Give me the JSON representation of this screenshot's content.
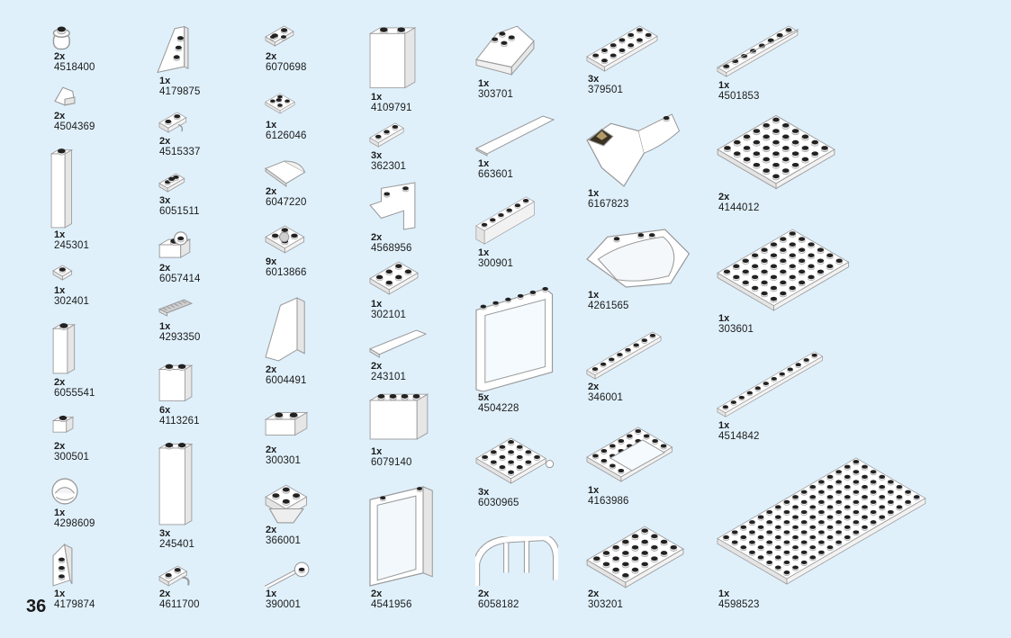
{
  "page": {
    "number": "36"
  },
  "colors": {
    "background": "#dff0fb",
    "brick": "#ffffff",
    "outline": "#9a9a9a",
    "stud_top": "#222222"
  },
  "parts": [
    {
      "qty": "2x",
      "id": "4518400",
      "icon": "round-brick-1x1"
    },
    {
      "qty": "2x",
      "id": "4504369",
      "icon": "slope-1x1"
    },
    {
      "qty": "1x",
      "id": "245301",
      "icon": "brick-1x1x6"
    },
    {
      "qty": "1x",
      "id": "302401",
      "icon": "plate-1x1"
    },
    {
      "qty": "2x",
      "id": "6055541",
      "icon": "brick-1x1x3"
    },
    {
      "qty": "2x",
      "id": "300501",
      "icon": "brick-1x1"
    },
    {
      "qty": "1x",
      "id": "4298609",
      "icon": "helmet"
    },
    {
      "qty": "1x",
      "id": "4179874",
      "icon": "wedge-plate-left"
    },
    {
      "qty": "1x",
      "id": "4179875",
      "icon": "wedge-plate-right"
    },
    {
      "qty": "2x",
      "id": "4515337",
      "icon": "plate-with-clips"
    },
    {
      "qty": "3x",
      "id": "6051511",
      "icon": "jumper-plate"
    },
    {
      "qty": "2x",
      "id": "6057414",
      "icon": "brick-with-stud-side"
    },
    {
      "qty": "1x",
      "id": "4293350",
      "icon": "grille-tile"
    },
    {
      "qty": "6x",
      "id": "4113261",
      "icon": "brick-1x2x2"
    },
    {
      "qty": "3x",
      "id": "245401",
      "icon": "brick-1x2x5"
    },
    {
      "qty": "2x",
      "id": "4611700",
      "icon": "plate-with-hook"
    },
    {
      "qty": "2x",
      "id": "6070698",
      "icon": "bracket-plate"
    },
    {
      "qty": "1x",
      "id": "6126046",
      "icon": "jumper-plate-2x2"
    },
    {
      "qty": "2x",
      "id": "6047220",
      "icon": "curved-tile"
    },
    {
      "qty": "9x",
      "id": "6013866",
      "icon": "plate-2x2-round"
    },
    {
      "qty": "2x",
      "id": "6004491",
      "icon": "slope-tall"
    },
    {
      "qty": "2x",
      "id": "300301",
      "icon": "brick-2x2"
    },
    {
      "qty": "2x",
      "id": "366001",
      "icon": "inverted-slope"
    },
    {
      "qty": "1x",
      "id": "390001",
      "icon": "lever-handle"
    },
    {
      "qty": "1x",
      "id": "4109791",
      "icon": "brick-2x2x3"
    },
    {
      "qty": "3x",
      "id": "362301",
      "icon": "plate-1x3"
    },
    {
      "qty": "2x",
      "id": "4568956",
      "icon": "arch-1x2"
    },
    {
      "qty": "1x",
      "id": "302101",
      "icon": "plate-2x3"
    },
    {
      "qty": "2x",
      "id": "243101",
      "icon": "tile-1x4"
    },
    {
      "qty": "1x",
      "id": "6079140",
      "icon": "panel-1x4x2"
    },
    {
      "qty": "2x",
      "id": "4541956",
      "icon": "door-frame"
    },
    {
      "qty": "1x",
      "id": "303701",
      "icon": "slope-2x4"
    },
    {
      "qty": "1x",
      "id": "663601",
      "icon": "tile-1x6"
    },
    {
      "qty": "1x",
      "id": "300901",
      "icon": "brick-1x6"
    },
    {
      "qty": "5x",
      "id": "4504228",
      "icon": "window-panel"
    },
    {
      "qty": "3x",
      "id": "6030965",
      "icon": "plate-4x4-wheels"
    },
    {
      "qty": "2x",
      "id": "6058182",
      "icon": "fence-arch"
    },
    {
      "qty": "3x",
      "id": "379501",
      "icon": "plate-2x6"
    },
    {
      "qty": "1x",
      "id": "6167823",
      "icon": "cockpit-piece"
    },
    {
      "qty": "1x",
      "id": "4261565",
      "icon": "curved-canopy"
    },
    {
      "qty": "2x",
      "id": "346001",
      "icon": "plate-1x8"
    },
    {
      "qty": "1x",
      "id": "4163986",
      "icon": "plate-4x6-tiled"
    },
    {
      "qty": "2x",
      "id": "303201",
      "icon": "plate-4x6"
    },
    {
      "qty": "1x",
      "id": "4501853",
      "icon": "plate-1x8-rail"
    },
    {
      "qty": "2x",
      "id": "4144012",
      "icon": "plate-6x6"
    },
    {
      "qty": "1x",
      "id": "303601",
      "icon": "plate-6x8"
    },
    {
      "qty": "1x",
      "id": "4514842",
      "icon": "plate-1x12"
    },
    {
      "qty": "1x",
      "id": "4598523",
      "icon": "plate-8x16"
    }
  ]
}
